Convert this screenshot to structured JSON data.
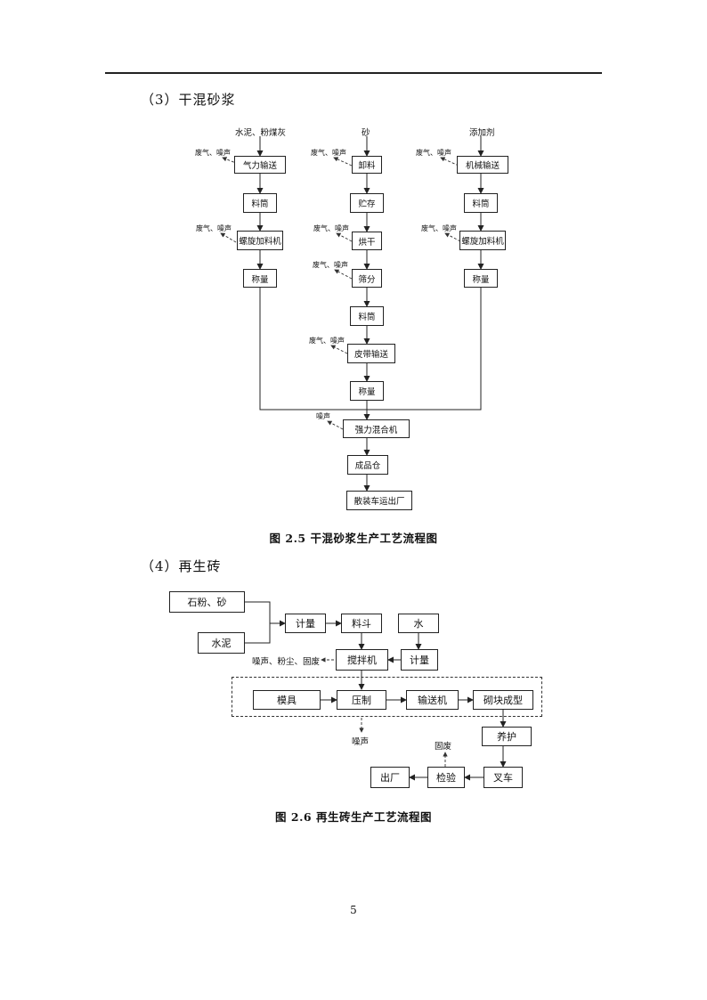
{
  "section3": {
    "heading": "（3）干混砂浆",
    "inputs": {
      "a": "水泥、粉煤灰",
      "b": "砂",
      "c": "添加剂"
    },
    "col_a": [
      "气力输送",
      "料筒",
      "螺旋加料机",
      "称量"
    ],
    "col_b": [
      "卸料",
      "贮存",
      "烘干",
      "筛分",
      "料筒",
      "皮带输送",
      "称量"
    ],
    "col_c": [
      "机械输送",
      "料筒",
      "螺旋加料机",
      "称量"
    ],
    "main": [
      "强力混合机",
      "成品仓",
      "散装车运出厂"
    ],
    "emission_gas_noise": "废气、噪声",
    "emission_noise": "噪声",
    "caption": "图 2.5 干混砂浆生产工艺流程图"
  },
  "section4": {
    "heading": "（4）再生砖",
    "boxes": {
      "stone": "石粉、砂",
      "cement": "水泥",
      "meter1": "计量",
      "hopper": "料斗",
      "water": "水",
      "meter2": "计量",
      "mixer": "搅拌机",
      "mold": "模具",
      "press": "压制",
      "conveyor": "输送机",
      "forming": "砌块成型",
      "curing": "养护",
      "forklift": "叉车",
      "inspect": "检验",
      "exit": "出厂"
    },
    "labels": {
      "mixer_emission": "噪声、粉尘、固废",
      "press_emission": "噪声",
      "inspect_emission": "固废"
    },
    "caption": "图 2.6 再生砖生产工艺流程图"
  },
  "page_number": "5"
}
